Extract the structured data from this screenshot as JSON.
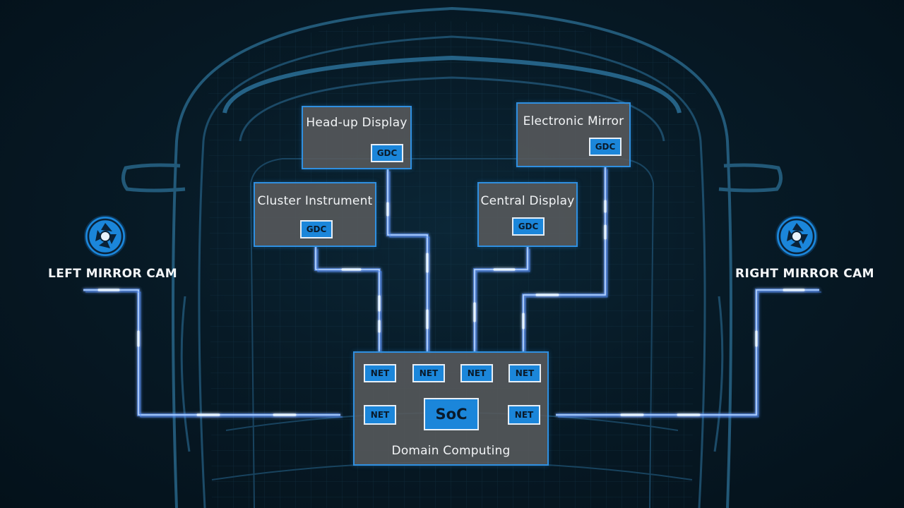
{
  "modules": {
    "hud": {
      "title": "Head-up Display",
      "chip": "GDC"
    },
    "mirror": {
      "title": "Electronic Mirror",
      "chip": "GDC"
    },
    "cluster": {
      "title": "Cluster Instrument",
      "chip": "GDC"
    },
    "central": {
      "title": "Central Display",
      "chip": "GDC"
    }
  },
  "domain": {
    "title": "Domain Computing",
    "soc": "SoC",
    "net_label": "NET"
  },
  "cameras": {
    "left": {
      "label": "LEFT MIRROR CAM",
      "icon": "camera-aperture-icon"
    },
    "right": {
      "label": "RIGHT MIRROR CAM",
      "icon": "camera-aperture-icon"
    }
  },
  "colors": {
    "accent": "#1b86da",
    "wire": "#4a8cff",
    "wire_highlight": "#eaf6ff",
    "box_fill": "#5a5c5e",
    "background": "#061822"
  }
}
